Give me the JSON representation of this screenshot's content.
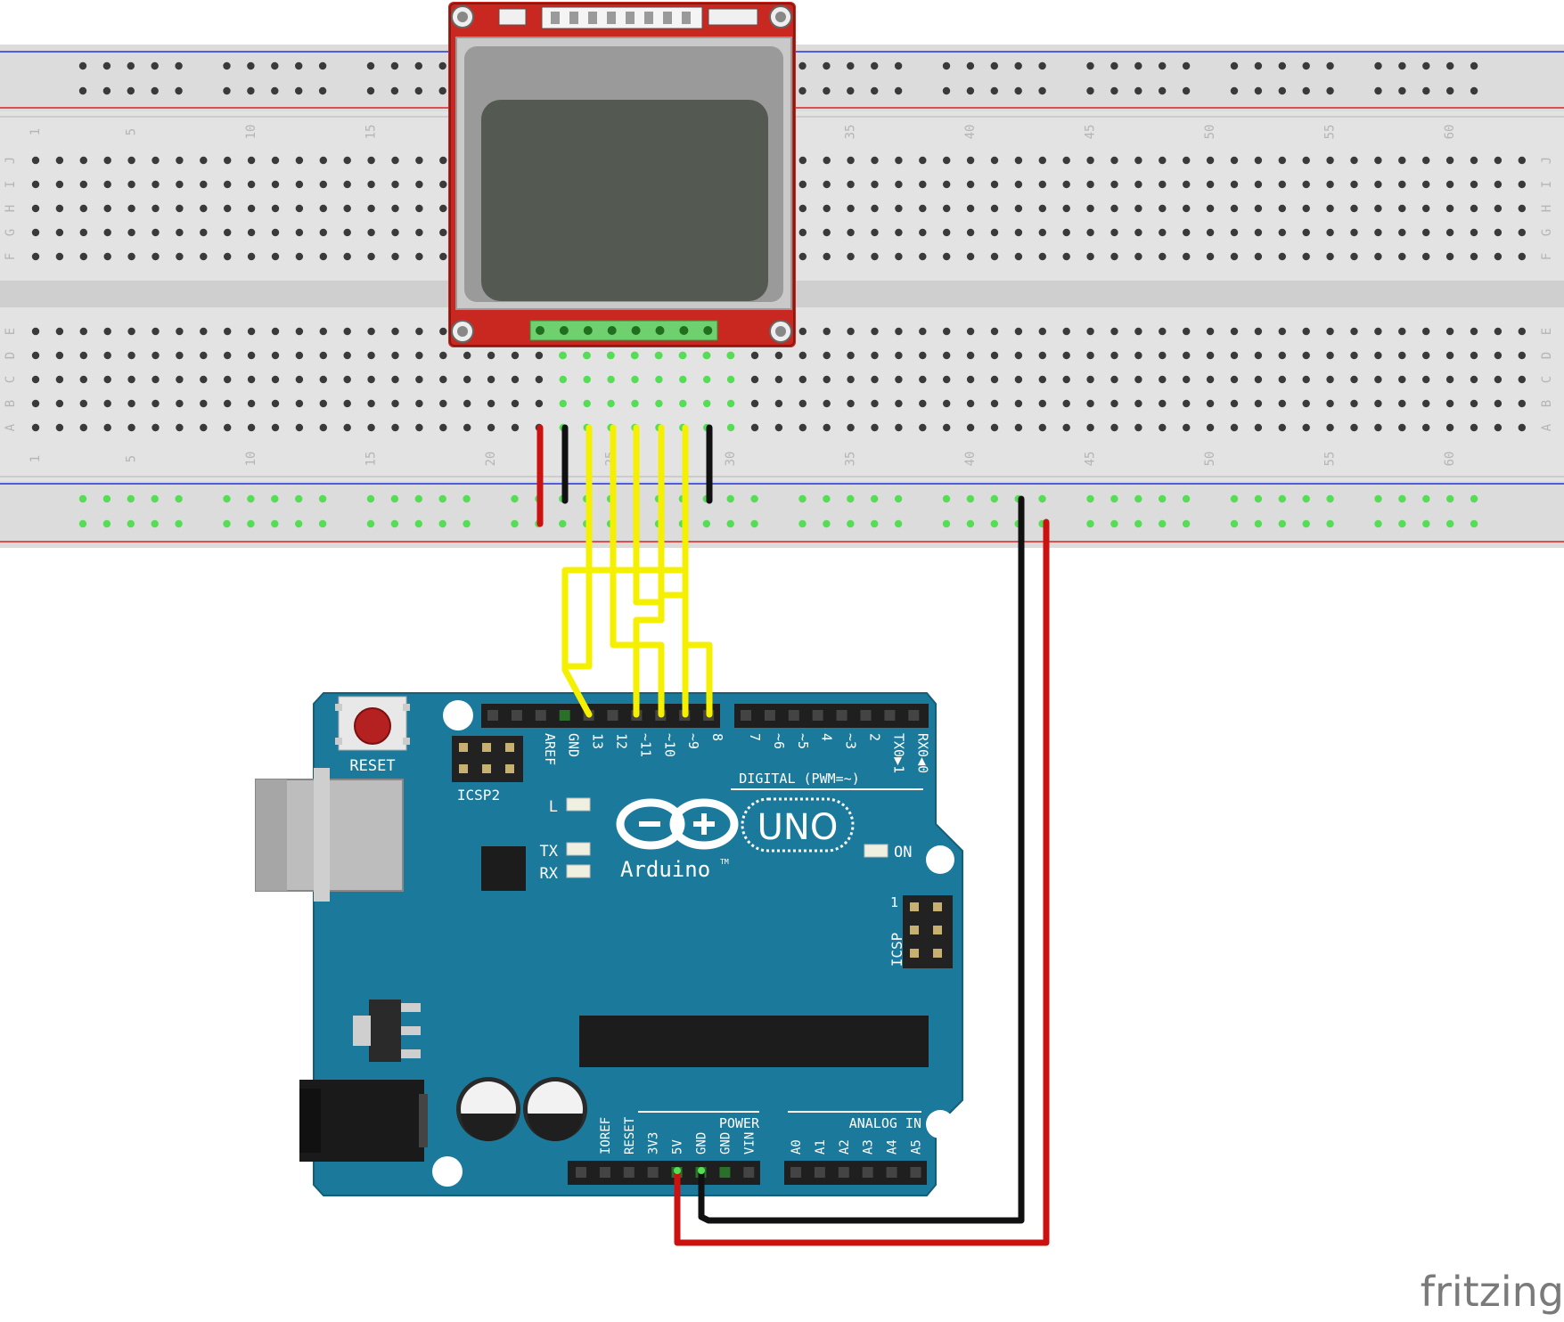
{
  "breadboard": {
    "row_letters_top": [
      "J",
      "I",
      "H",
      "G",
      "F"
    ],
    "row_letters_bottom": [
      "E",
      "D",
      "C",
      "B",
      "A"
    ],
    "column_numbers": [
      "1",
      "5",
      "10",
      "15",
      "20",
      "25",
      "30",
      "35",
      "40",
      "45",
      "50",
      "55",
      "60"
    ]
  },
  "arduino": {
    "reset_label": "RESET",
    "icsp2_label": "ICSP2",
    "icsp_label": "ICSP",
    "icsp_pin1": "1",
    "led_l": "L",
    "led_tx": "TX",
    "led_rx": "RX",
    "led_on": "ON",
    "brand": "Arduino",
    "trademark": "TM",
    "model": "UNO",
    "digital_label": "DIGITAL (PWM=~)",
    "power_label": "POWER",
    "analog_label": "ANALOG IN",
    "digital_pins": [
      "AREF",
      "GND",
      "13",
      "12",
      "~11",
      "~10",
      "~9",
      "8",
      "7",
      "~6",
      "~5",
      "4",
      "~3",
      "2",
      "TX0▶1",
      "RX0◀0"
    ],
    "power_pins": [
      "IOREF",
      "RESET",
      "3V3",
      "5V",
      "GND",
      "GND",
      "VIN"
    ],
    "analog_pins": [
      "A0",
      "A1",
      "A2",
      "A3",
      "A4",
      "A5"
    ]
  },
  "footer": {
    "watermark": "fritzing"
  },
  "colors": {
    "board": "#1b7a9b",
    "breadboard": "#e2e2e2",
    "lcd_pcb": "#c8281f",
    "wire_yellow": "#f5f000",
    "wire_red": "#cc1111",
    "wire_black": "#111111",
    "rail_blue": "#2233dd",
    "rail_red": "#dd2222",
    "active_hole": "#55dd55"
  }
}
